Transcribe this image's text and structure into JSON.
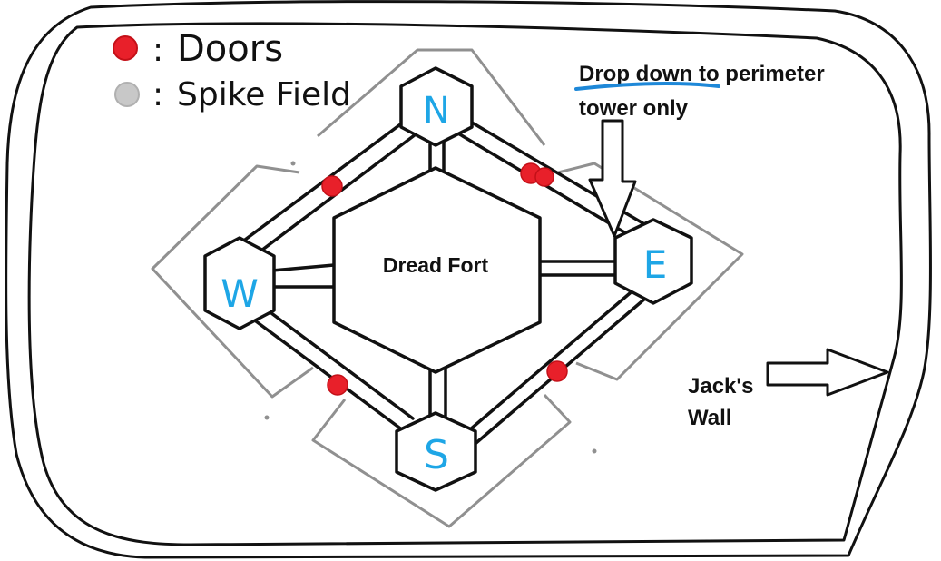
{
  "legend": {
    "doors_label": "Doors",
    "spike_label": "Spike Field",
    "separator": ":"
  },
  "center": {
    "label": "Dread Fort"
  },
  "towers": {
    "north": "N",
    "east": "E",
    "south": "S",
    "west": "W"
  },
  "annotation": {
    "underlined": "Drop down",
    "rest_line1": " to perimeter",
    "line2": "tower only"
  },
  "jacks_wall": {
    "line1": "Jack's",
    "line2": "Wall"
  },
  "colors": {
    "door_red": "#e8202a",
    "spike_gray": "#c8c8c8",
    "tower_letter_blue": "#1ea6e6",
    "underline_blue": "#1e88d8",
    "outline_gray": "#909090",
    "ink": "#111111"
  }
}
